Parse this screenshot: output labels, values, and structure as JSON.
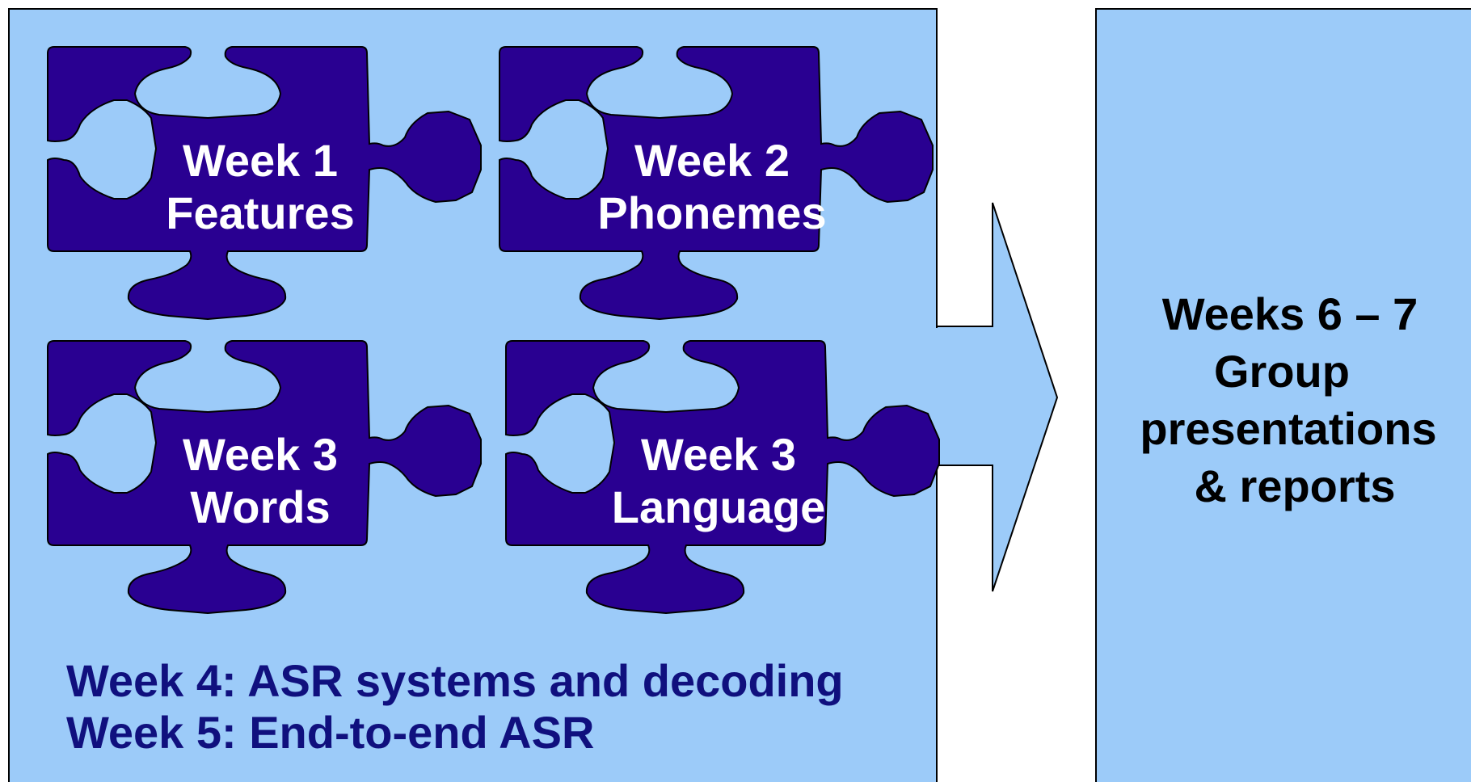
{
  "colors": {
    "panel_fill": "#9ccbf9",
    "puzzle_fill": "#290091",
    "piece_text": "#ffffff",
    "bottom_text": "#10107e",
    "right_text": "#000000",
    "outline": "#000000"
  },
  "pieces": [
    {
      "line1": "Week 1",
      "line2": "Features"
    },
    {
      "line1": "Week 2",
      "line2": "Phonemes"
    },
    {
      "line1": "Week 3",
      "line2": "Words"
    },
    {
      "line1": "Week 3",
      "line2": "Language"
    }
  ],
  "bottom_lines": [
    "Week 4: ASR systems and decoding",
    "Week 5: End-to-end ASR"
  ],
  "right_panel": {
    "lines": [
      "Weeks 6 – 7",
      "Group",
      "presentations",
      "& reports"
    ]
  }
}
